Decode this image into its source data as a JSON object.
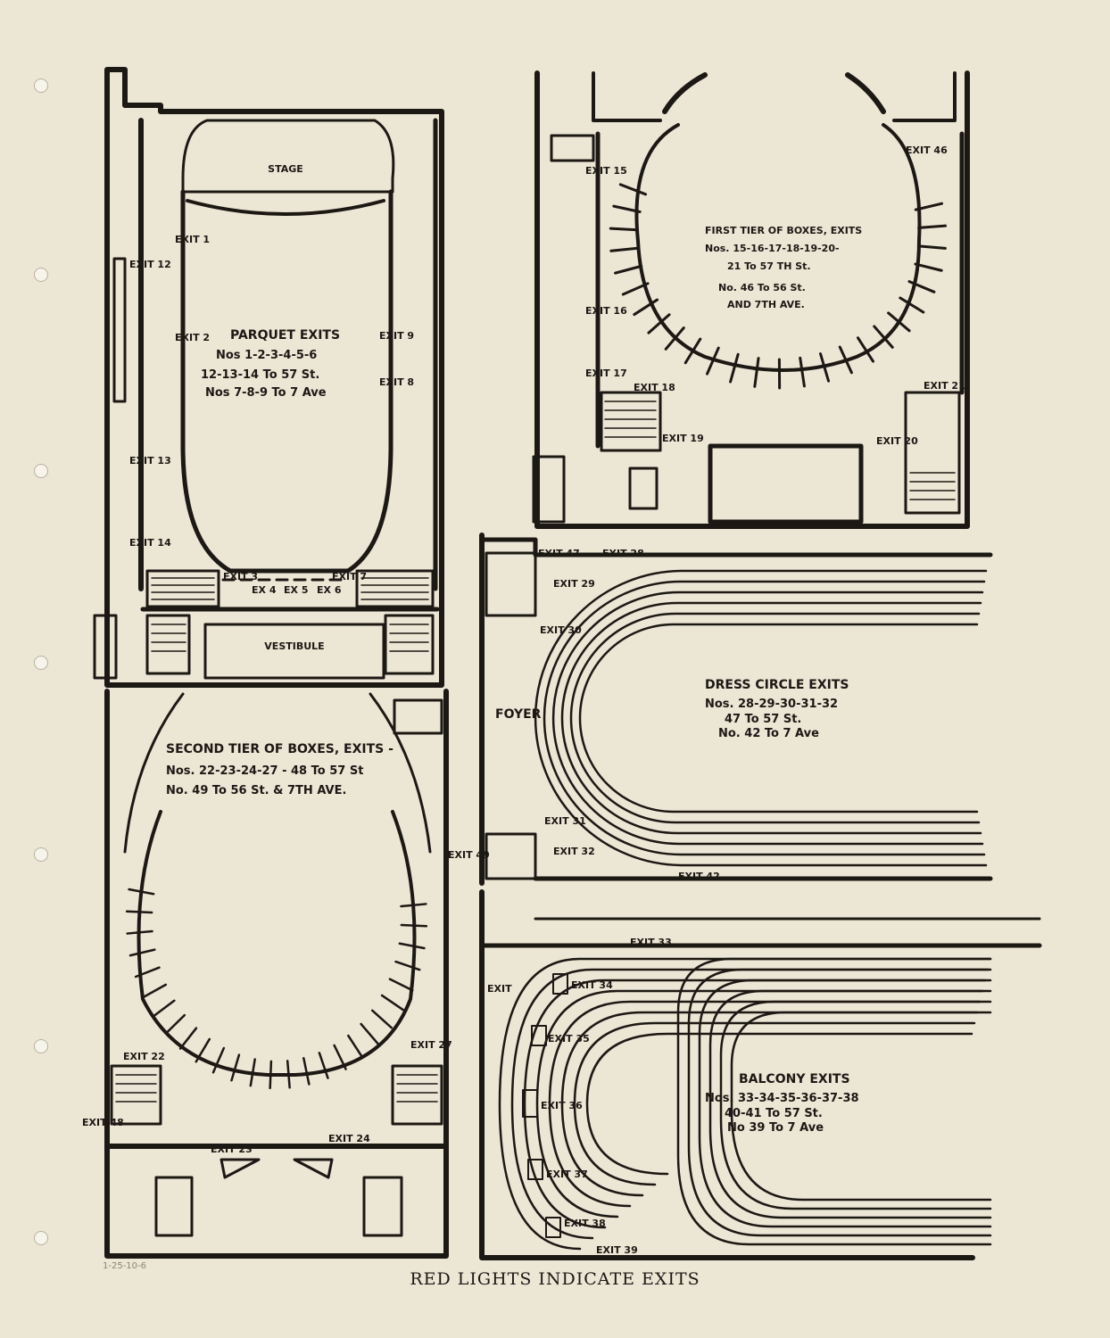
{
  "caption": "RED LIGHTS INDICATE EXITS",
  "pencil_note": "1-25-10-6",
  "parquet": {
    "stage": "STAGE",
    "vestibule": "VESTIBULE",
    "title": "PARQUET EXITS",
    "lines": [
      "Nos 1-2-3-4-5-6",
      "12-13-14 To 57 St.",
      "Nos 7-8-9 To 7 Ave"
    ],
    "exits": [
      "EXIT 1",
      "EXIT 2",
      "EXIT 3",
      "EX 4",
      "EX 5",
      "EX 6",
      "EXIT 7",
      "EXIT 8",
      "EXIT 9",
      "EXIT 12",
      "EXIT 13",
      "EXIT 14"
    ]
  },
  "first_tier": {
    "title": "FIRST TIER OF BOXES, EXITS",
    "lines": [
      "Nos. 15-16-17-18-19-20-",
      "21 To 57 TH St.",
      "No. 46 To 56 St.",
      "AND 7TH AVE."
    ],
    "exits": [
      "EXIT 15",
      "EXIT 16",
      "EXIT 17",
      "EXIT 18",
      "EXIT 19",
      "EXIT 20",
      "EXIT 46",
      "EXIT 21"
    ]
  },
  "second_tier": {
    "title": "SECOND TIER OF BOXES, EXITS -",
    "lines": [
      "Nos. 22-23-24-27 - 48 To 57 St",
      "No. 49 To 56 St. & 7TH AVE."
    ],
    "exits": [
      "EXIT 22",
      "EXIT 23",
      "EXIT 24",
      "EXIT 27",
      "EXIT 48",
      "EXIT 49"
    ]
  },
  "dress_circle": {
    "foyer": "FOYER",
    "title": "DRESS CIRCLE EXITS",
    "lines": [
      "Nos. 28-29-30-31-32",
      "47 To 57 St.",
      "No. 42 To 7 Ave"
    ],
    "exits": [
      "EXIT 47",
      "EXIT 28",
      "EXIT 29",
      "EXIT 30",
      "EXIT 31",
      "EXIT 32",
      "EXIT 42"
    ]
  },
  "balcony": {
    "title": "BALCONY EXITS",
    "lines": [
      "Nos. 33-34-35-36-37-38",
      "40-41 To 57 St.",
      "No 39 To 7 Ave"
    ],
    "exits": [
      "EXIT 33",
      "EXIT",
      "EXIT 34",
      "EXIT 35",
      "EXIT 36",
      "EXIT 37",
      "EXIT 38",
      "EXIT 39"
    ]
  },
  "colors": {
    "paper": "#ece6d5",
    "ink": "#1c1814"
  }
}
